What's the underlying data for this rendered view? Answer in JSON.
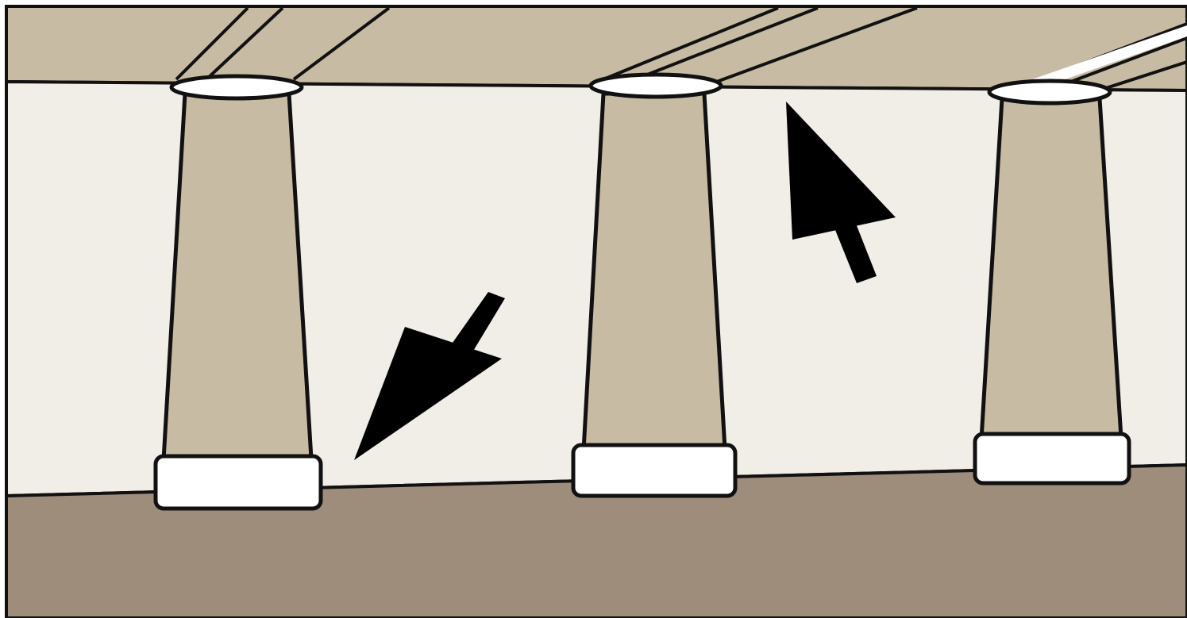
{
  "illustration": {
    "subject": "columns-with-directional-arrows",
    "colors": {
      "ceiling": "#c8bba4",
      "wall": "#f1ede7",
      "floor": "#9e8d7b",
      "column_shaft": "#c8bba4",
      "column_cap": "#ffffff",
      "column_base": "#ffffff",
      "outline": "#111111",
      "arrow": "#000000"
    },
    "column_count": 3,
    "arrows": [
      {
        "name": "arrow-down-left",
        "direction": "down-left"
      },
      {
        "name": "arrow-up-left",
        "direction": "up-left"
      }
    ]
  }
}
